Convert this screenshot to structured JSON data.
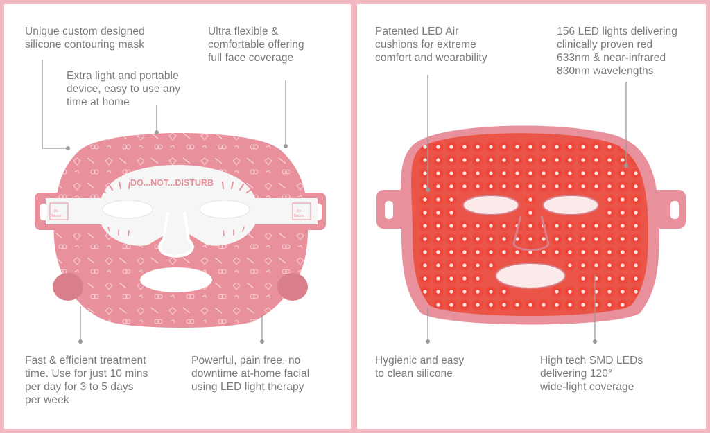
{
  "colors": {
    "border_pink": "#f2b8c2",
    "mask_pink": "#e8909c",
    "mask_pink_dark": "#d97f8c",
    "led_red": "#e8342c",
    "text_gray": "#7a7a7a"
  },
  "left_panel": {
    "callouts": {
      "silicone": "Unique custom designed\nsilicone contouring mask",
      "flexible": "Ultra flexible &\ncomfortable offering\nfull face coverage",
      "portable": "Extra light and portable\ndevice, easy to use any\ntime at home",
      "treatment": "Fast & efficient treatment\ntime. Use for just 10 mins\nper day for 3 to 5 days\nper week",
      "painfree": "Powerful, pain free, no\ndowntime at-home facial\nusing LED light therapy"
    },
    "mask_text": "DO...NOT...DISTURB",
    "badge_text": "Dr.\nNaomi"
  },
  "right_panel": {
    "callouts": {
      "cushions": "Patented LED Air\ncushions for extreme\ncomfort and wearability",
      "leds": "156 LED lights delivering\nclinically proven red\n633nm & near-infrared\n830nm wavelengths",
      "hygienic": "Hygienic and easy\nto clean silicone",
      "smd": "High tech SMD LEDs\ndelivering 120°\nwide-light coverage"
    }
  }
}
